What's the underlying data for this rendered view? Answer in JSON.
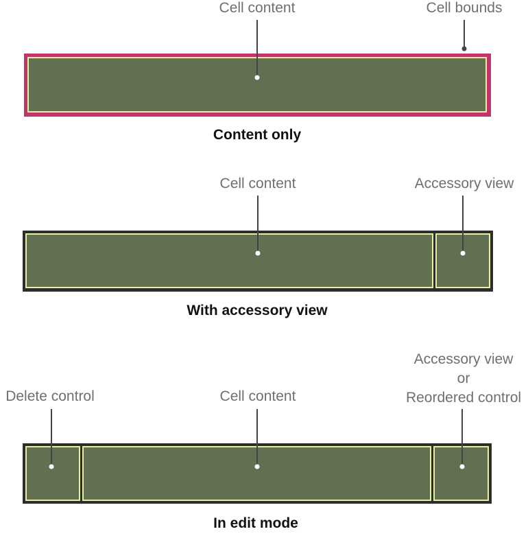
{
  "colors": {
    "content_fill": "#607050",
    "content_outline": "#e6f0a0",
    "cell_bounds": "#c1356a",
    "row_frame": "#2d2d2d",
    "label_text": "#6f6f6f",
    "caption_text": "#111111"
  },
  "diagram_1": {
    "caption": "Content only",
    "label_cell_content": "Cell content",
    "label_cell_bounds": "Cell bounds"
  },
  "diagram_2": {
    "caption": "With accessory view",
    "label_cell_content": "Cell content",
    "label_accessory_view": "Accessory view"
  },
  "diagram_3": {
    "caption": "In edit mode",
    "label_delete_control": "Delete control",
    "label_cell_content": "Cell content",
    "label_accessory_line1": "Accessory view",
    "label_accessory_line2": "or",
    "label_accessory_line3": "Reordered control"
  }
}
